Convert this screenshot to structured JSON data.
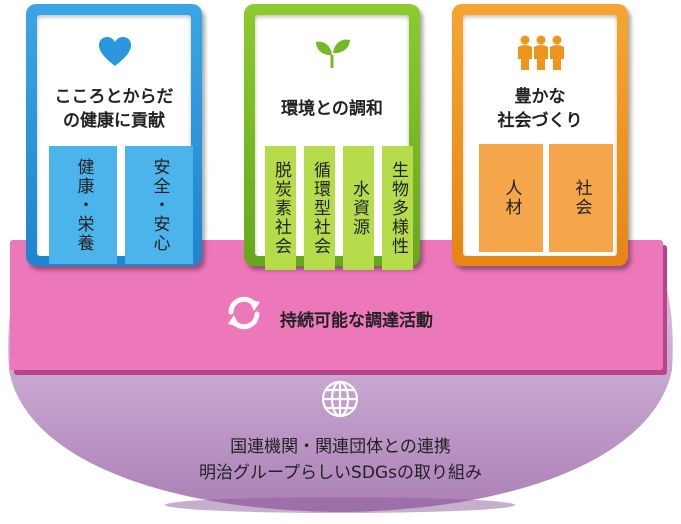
{
  "pillars": [
    {
      "title_line1": "こころとからだ",
      "title_line2": "の健康に貢献",
      "icon": "heart-icon",
      "color": "#2a96de",
      "items": [
        "健康・栄養",
        "安全・安心"
      ]
    },
    {
      "title_line1": "環境との調和",
      "icon": "sprout-icon",
      "color": "#76b928",
      "items": [
        "脱炭素社会",
        "循環型社会",
        "水資源",
        "生物多様性"
      ]
    },
    {
      "title_line1": "豊かな",
      "title_line2": "社会づくり",
      "icon": "people-icon",
      "color": "#ee951f",
      "items": [
        "人材",
        "社会"
      ]
    }
  ],
  "band": {
    "label": "持続可能な調達活動",
    "icon": "cycle-arrows-icon",
    "color": "#ec77b9"
  },
  "base": {
    "line1": "国連機関・関連団体との連携",
    "line2": "明治グループらしいSDGsの取り組み",
    "icon": "globe-icon",
    "color": "#c9a3cc"
  }
}
